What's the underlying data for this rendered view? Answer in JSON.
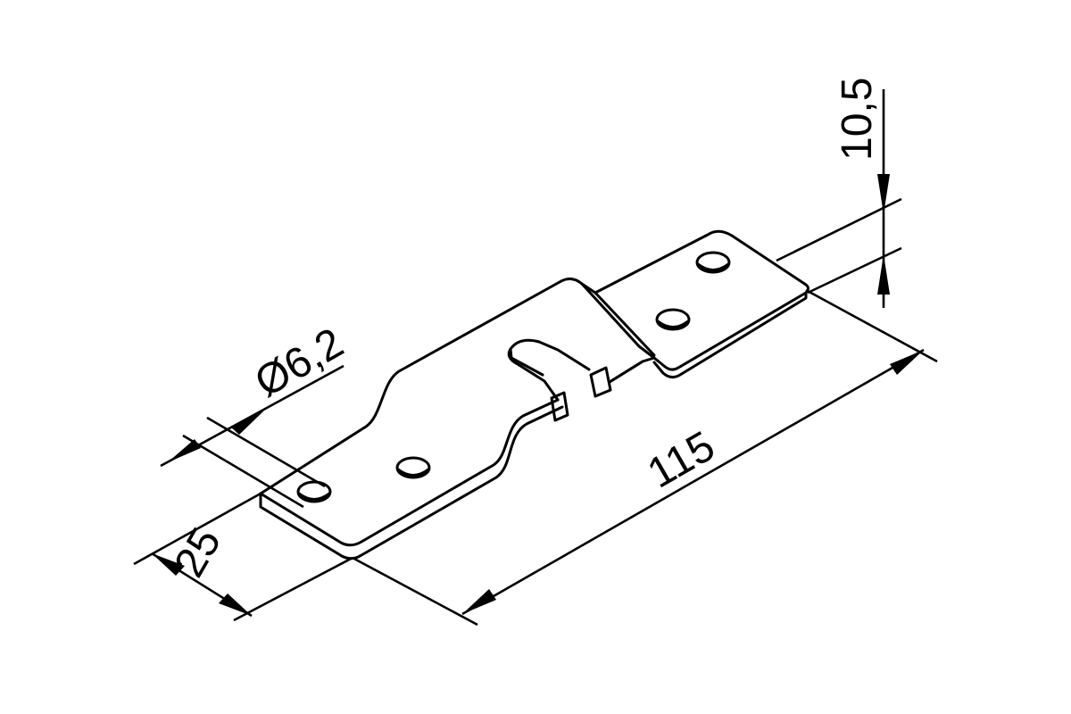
{
  "dimensions": {
    "hole_diameter": "Ø6,2",
    "width": "25",
    "length": "115",
    "height_offset": "10,5"
  },
  "colors": {
    "line": "#000000",
    "background": "#ffffff"
  }
}
